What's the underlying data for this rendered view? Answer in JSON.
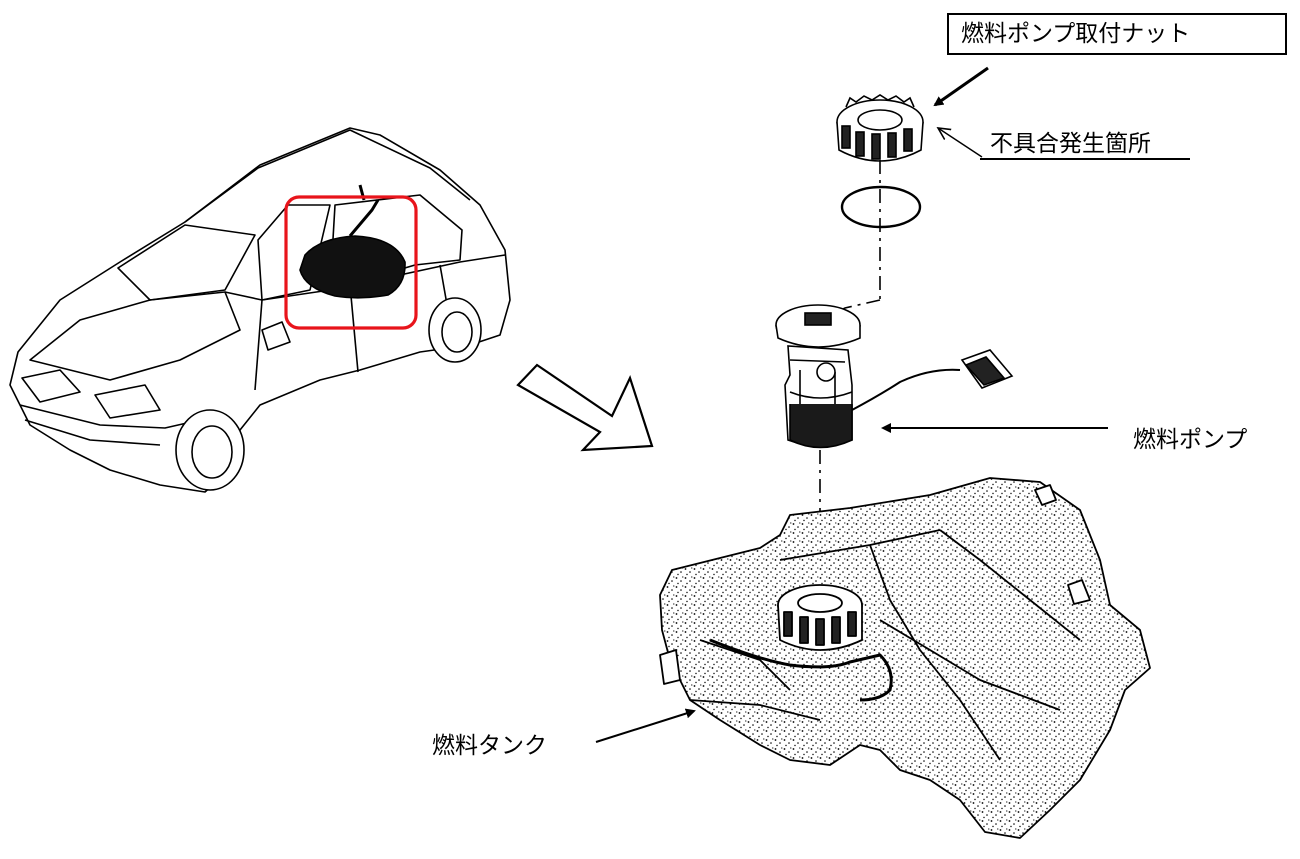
{
  "labels": {
    "nut": "燃料ポンプ取付ナット",
    "defect_location": "不具合発生箇所",
    "fuel_pump": "燃料ポンプ",
    "fuel_tank": "燃料タンク"
  },
  "colors": {
    "highlight": "#e8141b",
    "line": "#000000",
    "background": "#ffffff"
  },
  "icons": [
    "car-illustration",
    "fuel-pump-nut-illustration",
    "o-ring-illustration",
    "fuel-pump-module-illustration",
    "fuel-tank-illustration",
    "hollow-arrow-icon"
  ]
}
